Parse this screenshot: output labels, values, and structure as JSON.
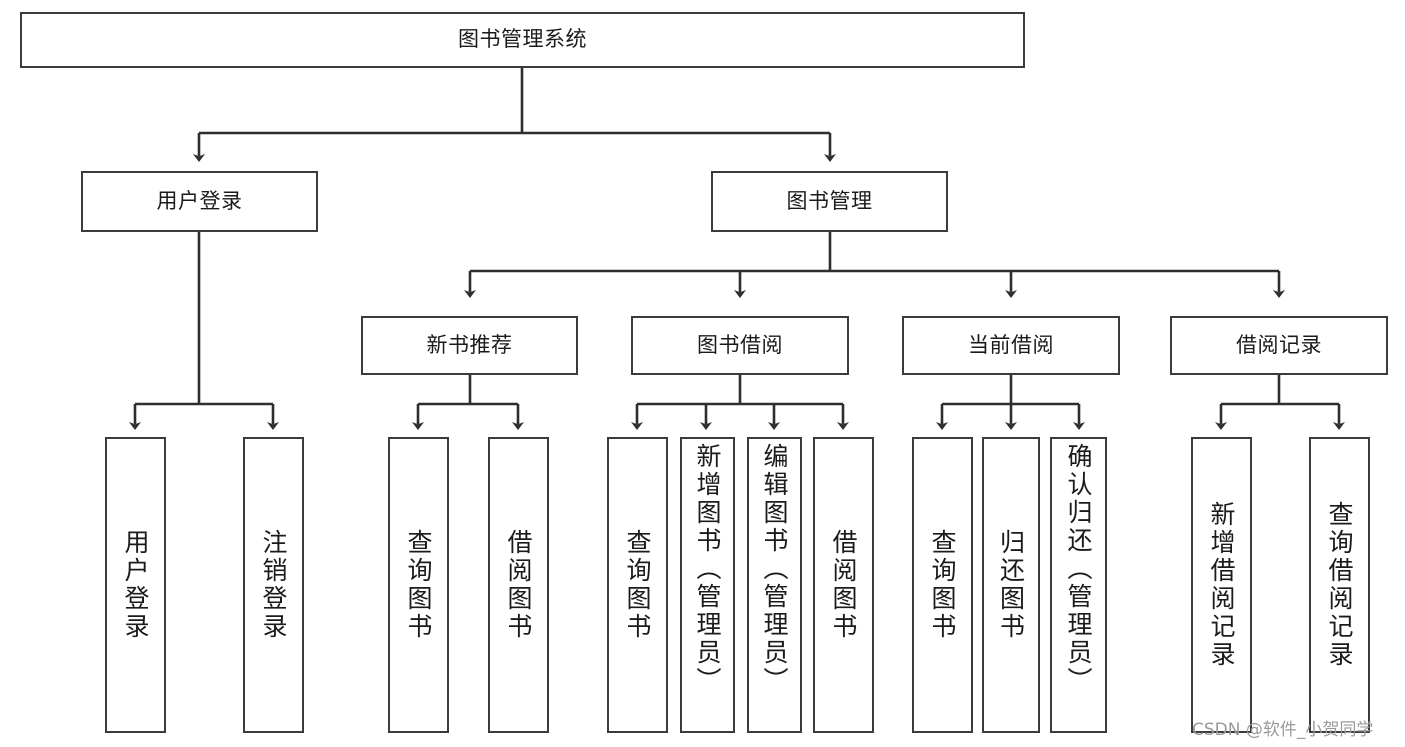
{
  "diagram": {
    "title": "图书管理系统",
    "type": "tree-hierarchy-diagram",
    "watermark": "CSDN @软件_小贺同学",
    "colors": {
      "background": "#ffffff",
      "node_border": "#3b3b3b",
      "node_fill": "#ffffff",
      "edge": "#2e2e2e",
      "text": "#1b1b1b",
      "watermark": "#9a9a9a"
    },
    "nodes": {
      "root": {
        "label": "图书管理系统"
      },
      "level2": [
        {
          "label": "用户登录"
        },
        {
          "label": "图书管理"
        }
      ],
      "level3": [
        {
          "label": "新书推荐"
        },
        {
          "label": "图书借阅"
        },
        {
          "label": "当前借阅"
        },
        {
          "label": "借阅记录"
        }
      ],
      "leaves_user_login": [
        {
          "label": "用户登录"
        },
        {
          "label": "注销登录"
        }
      ],
      "leaves_new_book": [
        {
          "label": "查询图书"
        },
        {
          "label": "借阅图书"
        }
      ],
      "leaves_borrow": [
        {
          "label": "查询图书"
        },
        {
          "label": "新增图书（管理员）"
        },
        {
          "label": "编辑图书（管理员）"
        },
        {
          "label": "借阅图书"
        }
      ],
      "leaves_current": [
        {
          "label": "查询图书"
        },
        {
          "label": "归还图书"
        },
        {
          "label": "确认归还（管理员）"
        }
      ],
      "leaves_record": [
        {
          "label": "新增借阅记录"
        },
        {
          "label": "查询借阅记录"
        }
      ]
    }
  }
}
